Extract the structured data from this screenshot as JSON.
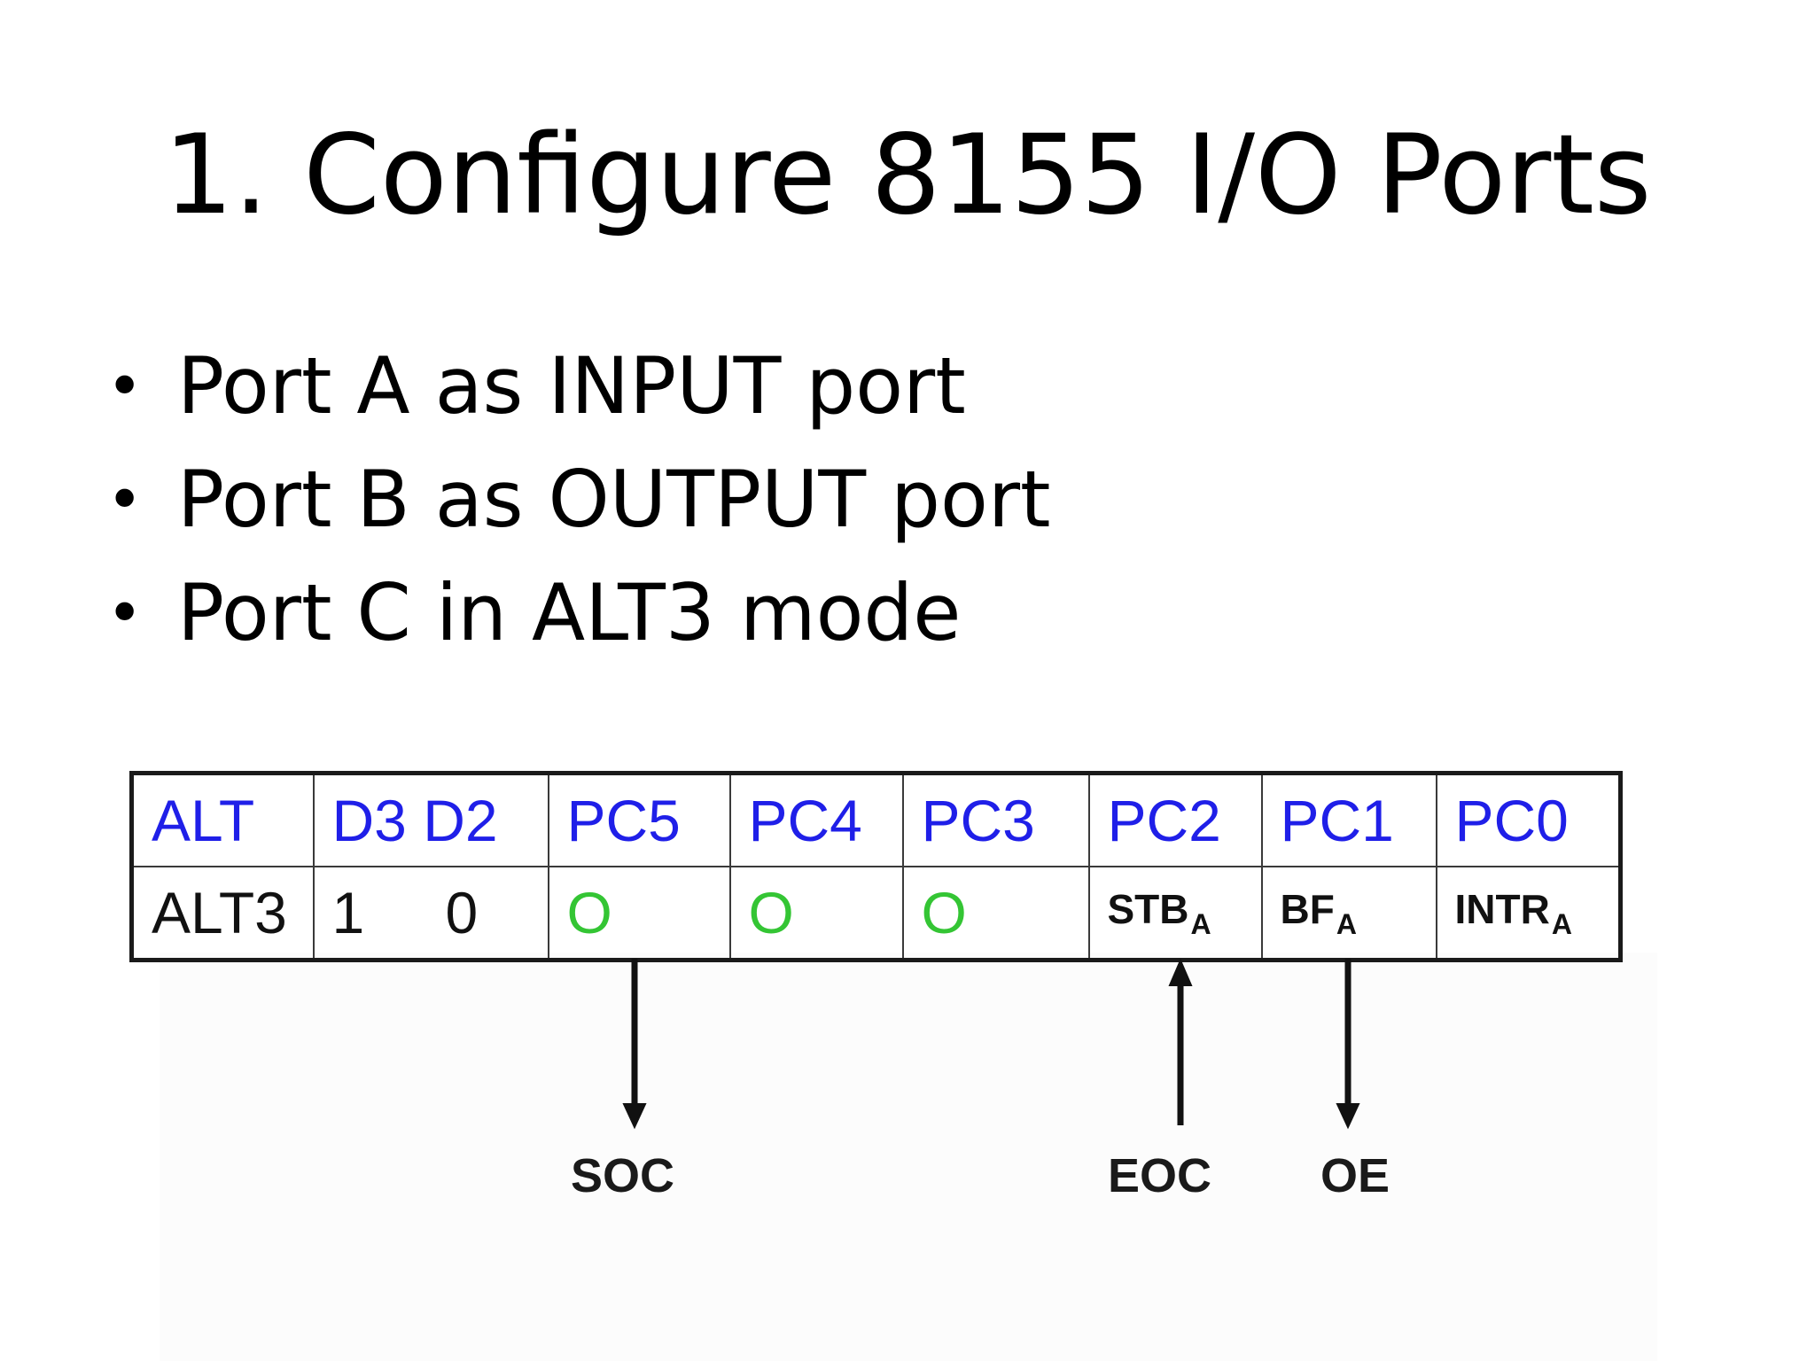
{
  "title": "1. Configure 8155 I/O Ports",
  "bullets": [
    "Port A as INPUT port",
    "Port B as OUTPUT port",
    "Port C in ALT3 mode"
  ],
  "bullet_symbol": "•",
  "table": {
    "headers": [
      "ALT",
      "D3 D2",
      "PC5",
      "PC4",
      "PC3",
      "PC2",
      "PC1",
      "PC0"
    ],
    "row": {
      "alt": "ALT3",
      "d3": "1",
      "d2": "0",
      "pc5": "O",
      "pc4": "O",
      "pc3": "O",
      "pc2": {
        "main": "STB",
        "sub": "A"
      },
      "pc1": {
        "main": "BF",
        "sub": "A"
      },
      "pc0": {
        "main": "INTR",
        "sub": "A"
      }
    }
  },
  "signals": {
    "soc": "SOC",
    "eoc": "EOC",
    "oe": "OE"
  },
  "colors": {
    "header_text": "#1f1fe8",
    "output_marker": "#34c534",
    "text": "#111111"
  }
}
